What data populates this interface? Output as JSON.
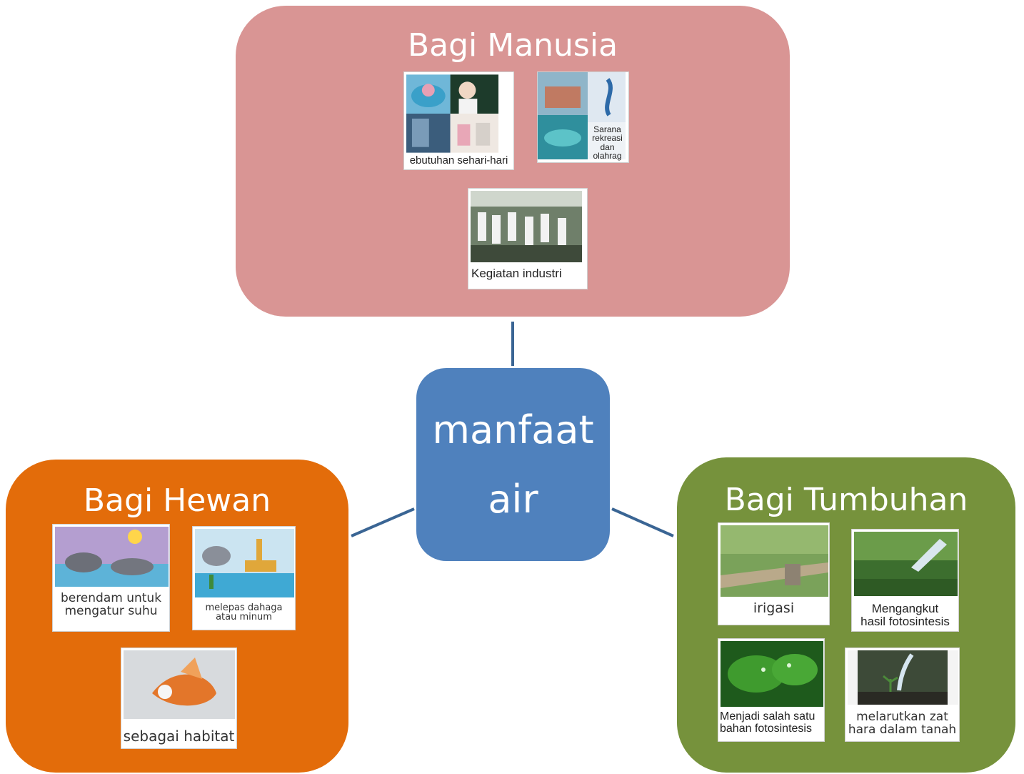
{
  "diagram": {
    "center": {
      "line1": "manfaat",
      "line2": "air",
      "color": "#4f81bd"
    },
    "manusia": {
      "title": "Bagi Manusia",
      "color": "#d99594",
      "images": [
        {
          "caption": "ebutuhan sehari-hari"
        },
        {
          "caption": "Sarana rekreasi dan olahrag"
        },
        {
          "caption": "Kegiatan industri"
        }
      ]
    },
    "hewan": {
      "title": "Bagi Hewan",
      "color": "#e36c0a",
      "images": [
        {
          "caption_line1": "berendam untuk",
          "caption_line2": "mengatur suhu"
        },
        {
          "caption_line1": "melepas dahaga",
          "caption_line2": "atau minum"
        },
        {
          "caption": "sebagai habitat"
        }
      ]
    },
    "tumbuhan": {
      "title": "Bagi Tumbuhan",
      "color": "#76923c",
      "images": [
        {
          "caption": "irigasi"
        },
        {
          "caption_line1": "Mengangkut",
          "caption_line2": "hasil fotosintesis"
        },
        {
          "caption_line1": "Menjadi salah satu",
          "caption_line2": "bahan fotosintesis"
        },
        {
          "caption_line1": "melarutkan zat",
          "caption_line2": "hara dalam tanah"
        }
      ]
    },
    "connector_color": "#3a6594"
  }
}
